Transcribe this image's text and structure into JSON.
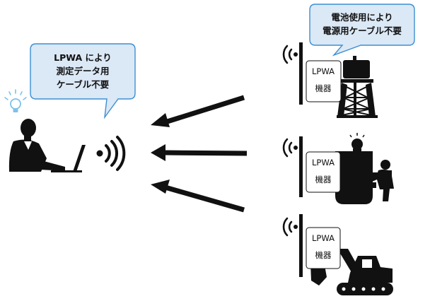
{
  "callout_left": {
    "lines": [
      "LPWA により",
      "測定データ用",
      "ケーブル不要"
    ]
  },
  "callout_right": {
    "lines": [
      "電池使用により",
      "電源用ケーブル不要"
    ]
  },
  "devices": [
    {
      "name": "tower",
      "line1": "LPWA",
      "line2": "機器"
    },
    {
      "name": "machine-tool",
      "line1": "LPWA",
      "line2": "機器"
    },
    {
      "name": "excavator",
      "line1": "LPWA",
      "line2": "機器"
    }
  ],
  "colors": {
    "callout_fill": "#dbe8f6",
    "callout_stroke": "#3d8fd2",
    "silhouette": "#111111",
    "bulb": "#7cc2ea"
  }
}
